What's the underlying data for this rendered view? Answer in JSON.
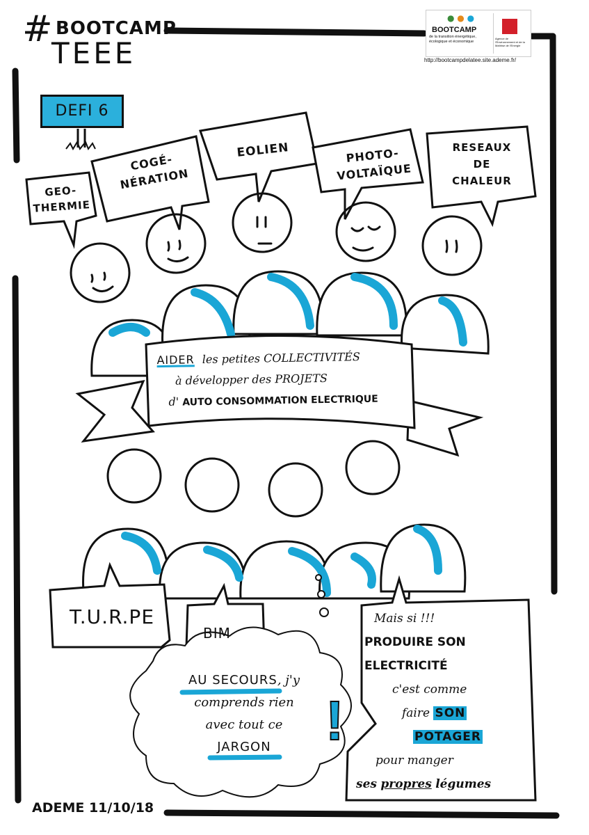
{
  "header": {
    "hashtag": "#",
    "title_line1": "BOOTCAMP",
    "title_line2": "TEEE"
  },
  "logo": {
    "name": "BOOTCAMP",
    "subtitle": "de la transition énergétique, écologique et économique",
    "ademe_text": "Agence de l'Environnement et de la Maîtrise de l'Energie",
    "url": "http://bootcampdelatee.site.ademe.fr/"
  },
  "sign": {
    "label": "DEFI 6"
  },
  "energies": [
    {
      "line1": "GEO-",
      "line2": "THERMIE"
    },
    {
      "line1": "COGÉ-",
      "line2": "NÉRATION"
    },
    {
      "line1": "EOLIEN",
      "line2": ""
    },
    {
      "line1": "PHOTO-",
      "line2": "VOLTAÏQUE"
    },
    {
      "line1": "RESEAUX",
      "line2": "DE",
      "line3": "CHALEUR"
    }
  ],
  "banner": {
    "line1a": "AIDER",
    "line1b": "les petites COLLECTIVITÉS",
    "line2": "à développer des PROJETS",
    "line3a": "d'",
    "line3b": "AUTO CONSOMMATION ELECTRIQUE"
  },
  "bubbles": {
    "turpe": "T.U.R.PE",
    "bim": "BIM",
    "cloud_a": "AU SECOURS",
    "cloud_b": ", j'y",
    "cloud_c": "comprends rien",
    "cloud_d": "avec tout ce",
    "cloud_e": "JARGON",
    "exclaim": "!"
  },
  "answer": {
    "mais_si": "Mais si !!!",
    "line1": "PRODUIRE SON",
    "line2": "ELECTRICITÉ",
    "line3": "c'est comme",
    "line4a": "faire",
    "line4b": "SON",
    "line5": "POTAGER",
    "line6": "pour manger",
    "line7a": "ses",
    "line7b": "propres",
    "line7c": "légumes"
  },
  "footer": {
    "signature": "ADEME 11/10/18"
  },
  "colors": {
    "accent": "#1aa6d6",
    "ink": "#111111",
    "ademe_red": "#d3202a"
  }
}
